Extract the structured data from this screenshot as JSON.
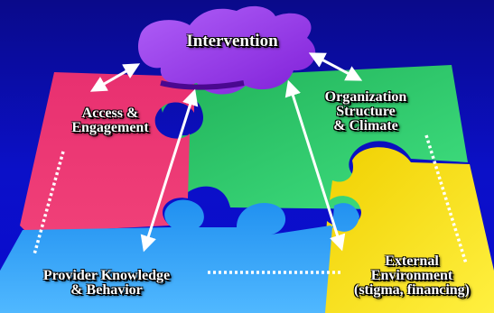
{
  "diagram": {
    "nodes": {
      "intervention": {
        "lines": [
          "Intervention"
        ]
      },
      "access": {
        "lines": [
          "Access &",
          "Engagement"
        ]
      },
      "organization": {
        "lines": [
          "Organization",
          "Structure",
          "& Climate"
        ]
      },
      "provider": {
        "lines": [
          "Provider Knowledge",
          "& Behavior"
        ]
      },
      "external": {
        "lines": [
          "External",
          "Environment",
          "(stigma, financing)"
        ]
      }
    },
    "colors": {
      "background": "#0b10c8",
      "intervention_piece": "#a040f0",
      "access_piece": "#f0306a",
      "organization_piece": "#30d070",
      "provider_piece": "#30a8f8",
      "external_piece": "#f8e020",
      "text": "#ffffff"
    }
  }
}
